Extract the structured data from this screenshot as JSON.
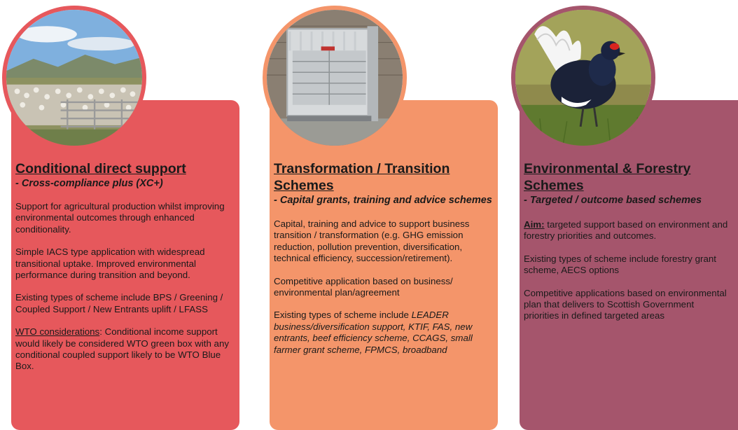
{
  "colors": {
    "card1": "#e6585c",
    "card2": "#f4956a",
    "card3": "#a5556c"
  },
  "cards": [
    {
      "image": "sheep-pen-photo",
      "title": "Conditional direct support ",
      "subtitle": "- Cross-compliance plus (XC+)",
      "p1": "Support for agricultural production whilst improving environmental outcomes through enhanced conditionality.",
      "p2": "Simple IACS type application with widespread transitional uptake. Improved environmental performance during transition and beyond.",
      "p3": "Existing types of scheme include BPS / Greening / Coupled Support / New Entrants uplift / LFASS",
      "p4_label": "WTO considerations",
      "p4_text": ": Conditional income support would likely be considered WTO green box with any conditional coupled support likely to be  WTO Blue Box."
    },
    {
      "image": "cattle-crush-photo",
      "title": "Transformation / Transition Schemes",
      "subtitle": "- Capital grants, training and advice schemes",
      "p1": "Capital, training and advice to support business transition / transformation (e.g. GHG emission reduction, pollution prevention, diversification, technical efficiency, succession/retirement).",
      "p2": "Competitive application based on business/ environmental plan/agreement",
      "p3_lead": "Existing types of scheme include ",
      "p3_italic": "LEADER business/diversification support, KTIF, FAS, new entrants, beef efficiency scheme, CCAGS, small farmer grant scheme, FPMCS, broadband"
    },
    {
      "image": "black-grouse-photo",
      "title": "Environmental & Forestry Schemes",
      "subtitle": "- Targeted / outcome based schemes",
      "p1_label": "Aim:",
      "p1_text": " targeted support based on environment and forestry priorities and outcomes.",
      "p2": "Existing types of scheme include forestry grant scheme, AECS options",
      "p3": "Competitive applications based on environmental plan that delivers to Scottish Government priorities in defined targeted areas"
    }
  ]
}
